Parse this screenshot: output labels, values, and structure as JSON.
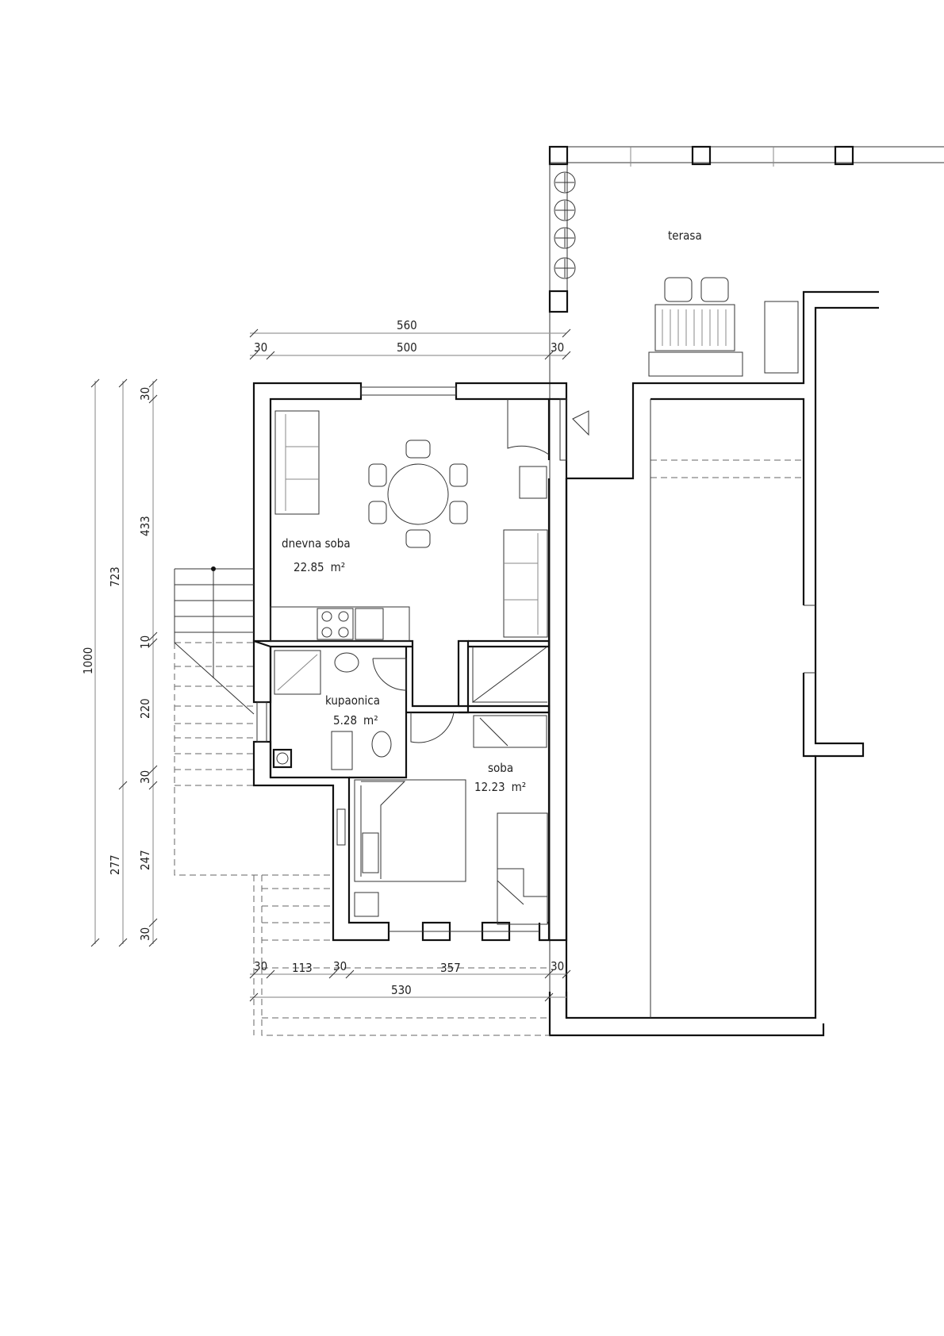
{
  "rooms": {
    "terrace": {
      "name": "terasa"
    },
    "living": {
      "name": "dnevna soba",
      "area": "22.85",
      "unit": "m²"
    },
    "bathroom": {
      "name": "kupaonica",
      "area": "5.28",
      "unit": "m²"
    },
    "bedroom": {
      "name": "soba",
      "area": "12.23",
      "unit": "m²"
    }
  },
  "dimensions": {
    "top": {
      "total": "560",
      "left_wall": "30",
      "inner": "500",
      "right_wall": "30"
    },
    "left_outer": {
      "total": "1000"
    },
    "left_middle": {
      "upper": "723",
      "lower": "277"
    },
    "left_inner": [
      "30",
      "433",
      "10",
      "220",
      "30",
      "247",
      "30"
    ],
    "bottom": {
      "wall1": "30",
      "seg1": "113",
      "wall2": "30",
      "seg2": "357",
      "wall3": "30",
      "total": "530"
    }
  }
}
